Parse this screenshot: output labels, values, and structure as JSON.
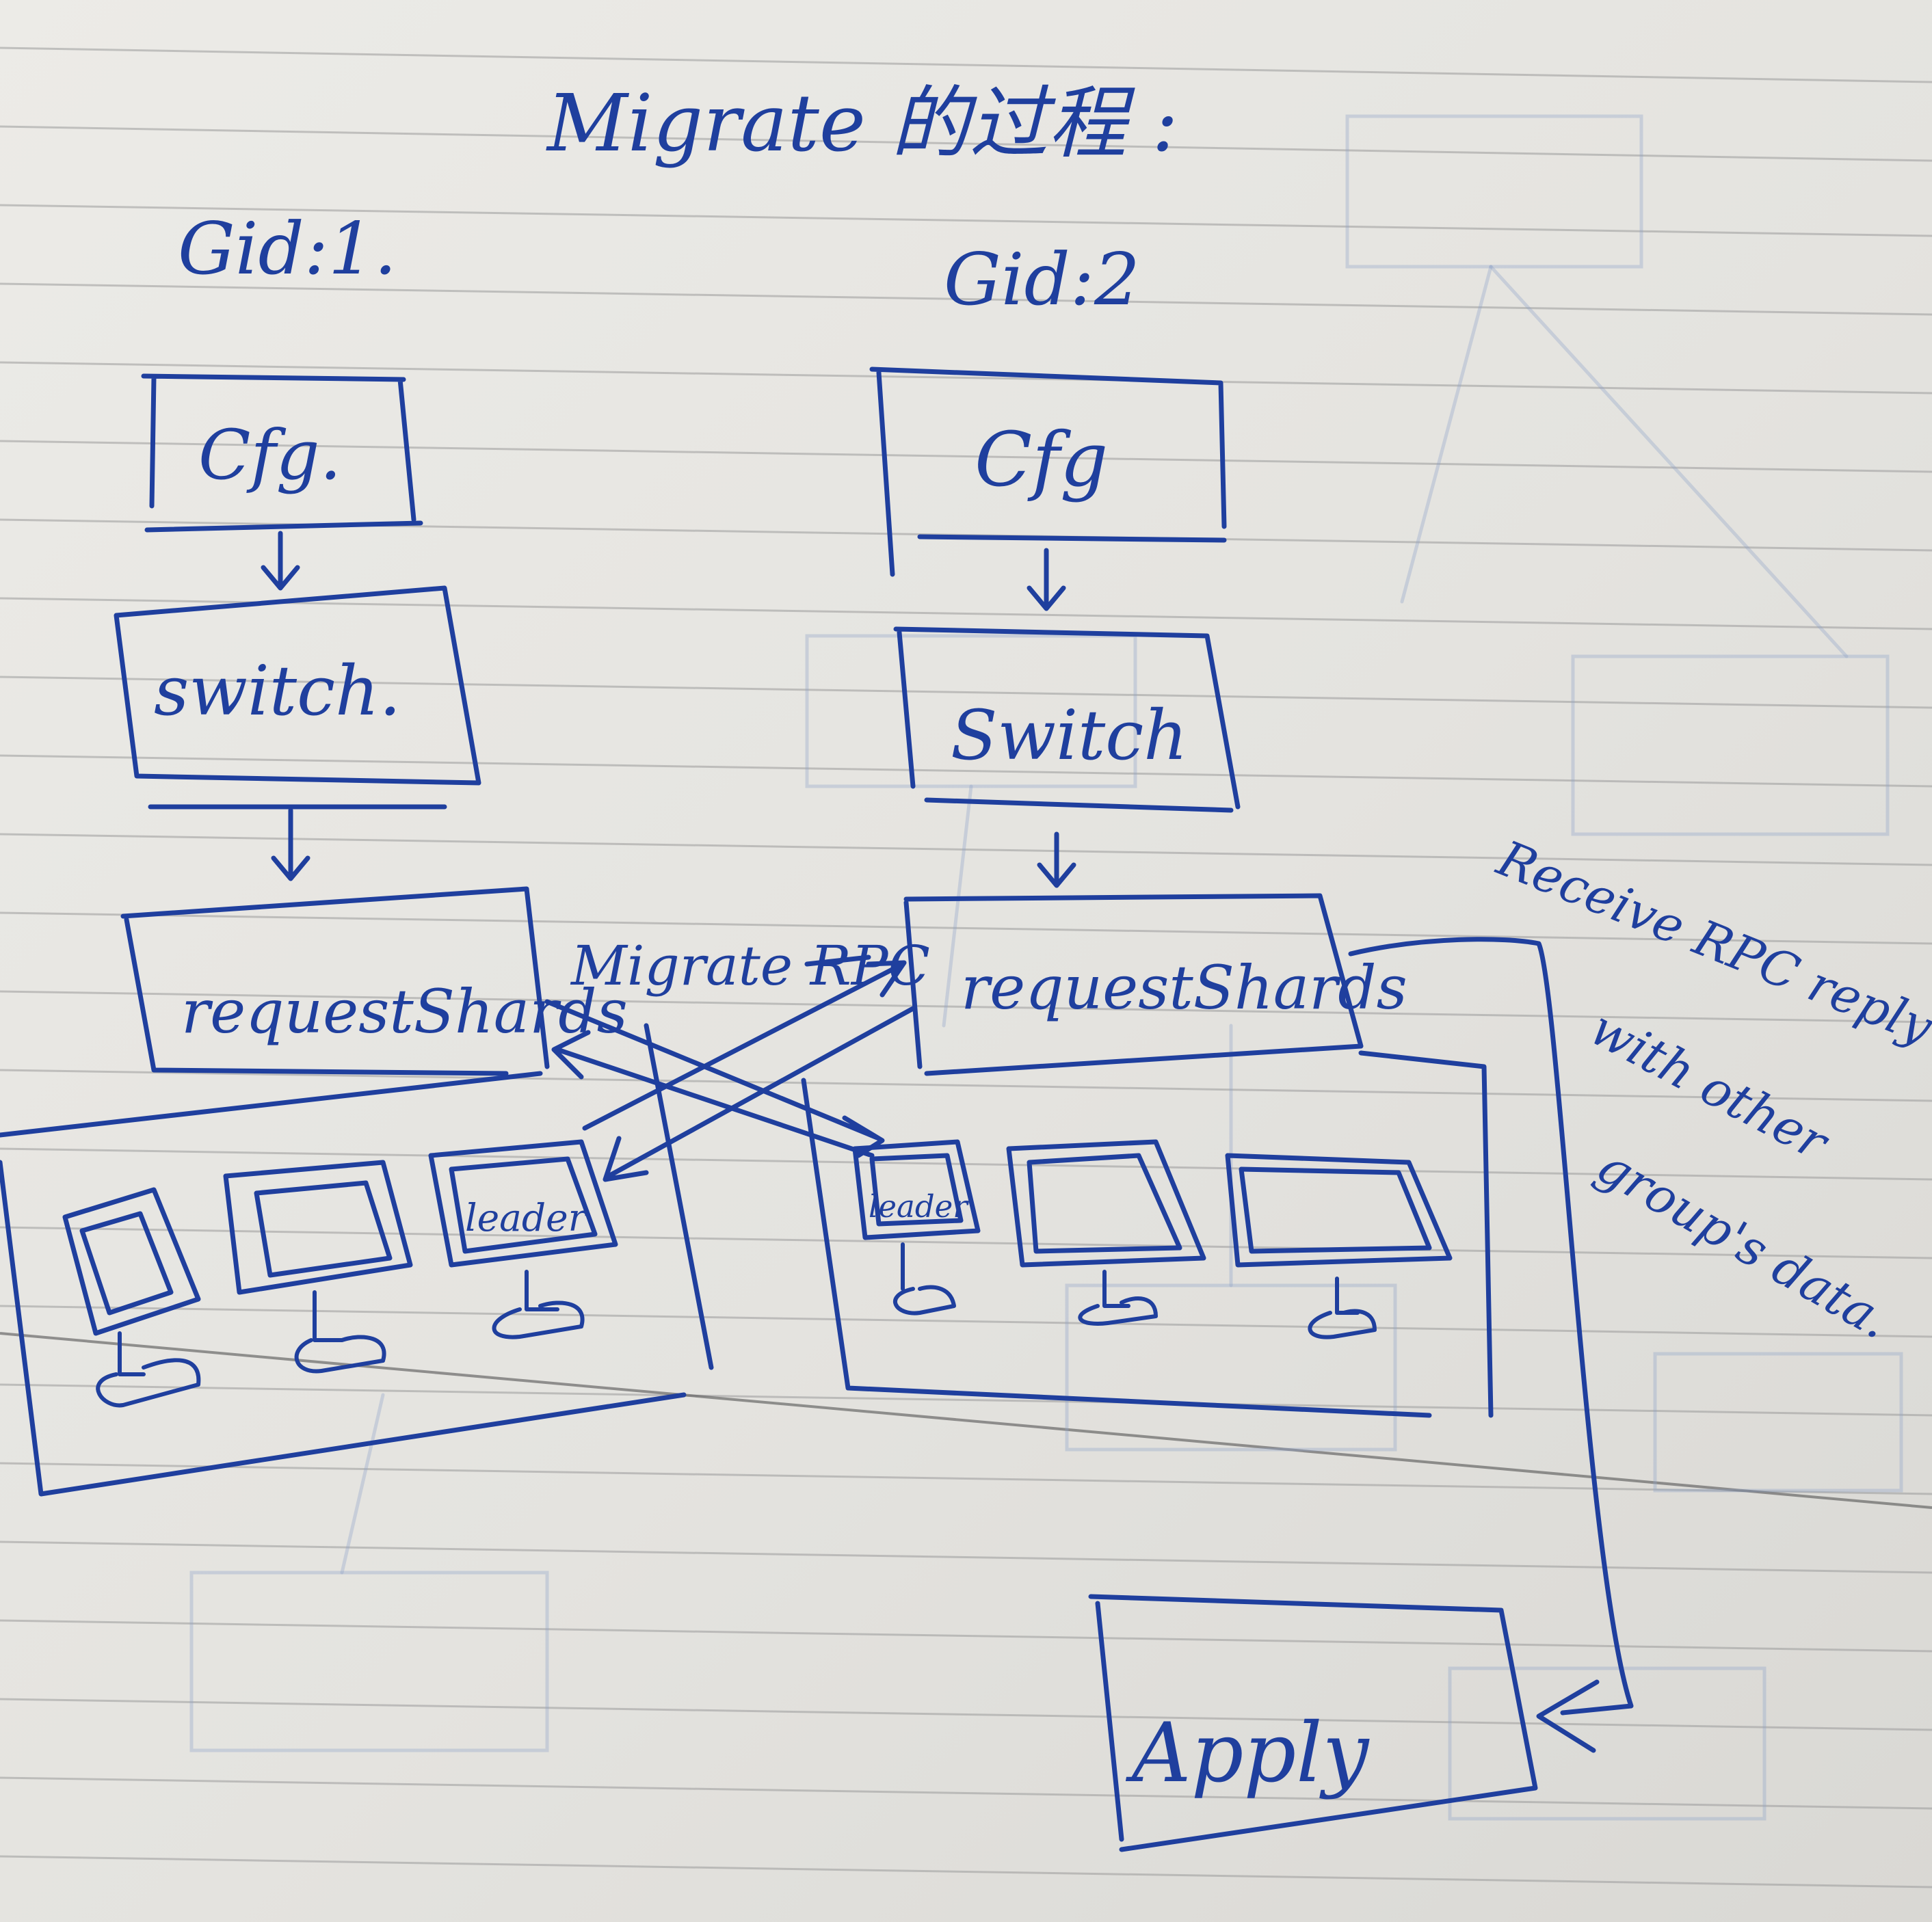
{
  "title": "Migrate 的过程 :",
  "groups": [
    {
      "id_label": "Gid:1.",
      "cfg": "Cfg.",
      "switch": "switch.",
      "request": "requestShards",
      "nodes": [
        "",
        "",
        "leader"
      ]
    },
    {
      "id_label": "Gid:2",
      "cfg": "Cfg",
      "switch": "Switch",
      "request": "requestShards",
      "nodes": [
        "leader",
        "",
        ""
      ]
    }
  ],
  "edge_label": "Migrate RPC",
  "receive_note": [
    "Receive RPC reply",
    "with other",
    "group's data."
  ],
  "apply_label": "Apply"
}
